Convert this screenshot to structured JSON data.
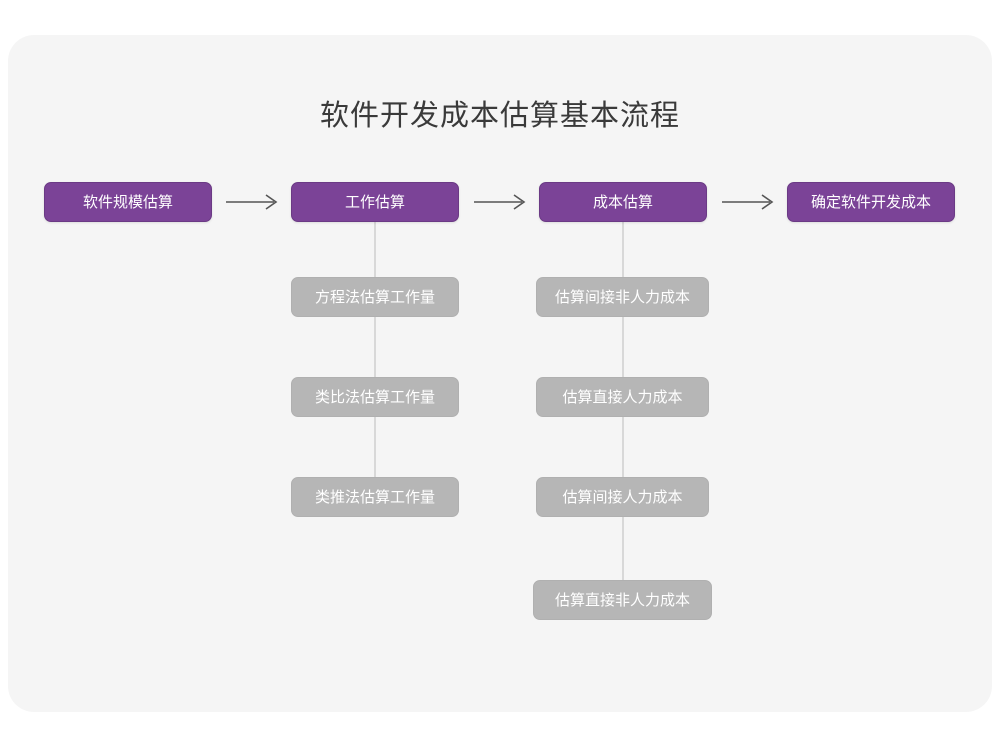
{
  "diagram": {
    "title": "软件开发成本估算基本流程",
    "type": "flowchart",
    "background_color": "#f5f5f5",
    "page_color": "#ffffff",
    "primary_color": "#7b4397",
    "secondary_color": "#b6b6b6",
    "connector_color": "#d8d8d8",
    "arrow_color": "#555555",
    "main_steps": [
      {
        "label": "软件规模估算",
        "order": 1
      },
      {
        "label": "工作估算",
        "order": 2
      },
      {
        "label": "成本估算",
        "order": 3
      },
      {
        "label": "确定软件开发成本",
        "order": 4
      }
    ],
    "arrows": [
      {
        "label": "→",
        "from": "软件规模估算",
        "to": "工作估算"
      },
      {
        "label": "→",
        "from": "工作估算",
        "to": "成本估算"
      },
      {
        "label": "→",
        "from": "成本估算",
        "to": "确定软件开发成本"
      }
    ],
    "branches": [
      {
        "parent": "工作估算",
        "items": [
          {
            "label": "方程法估算工作量"
          },
          {
            "label": "类比法估算工作量"
          },
          {
            "label": "类推法估算工作量"
          }
        ]
      },
      {
        "parent": "成本估算",
        "items": [
          {
            "label": "估算间接非人力成本"
          },
          {
            "label": "估算直接人力成本"
          },
          {
            "label": "估算间接人力成本"
          },
          {
            "label": "估算直接非人力成本"
          }
        ]
      }
    ]
  }
}
